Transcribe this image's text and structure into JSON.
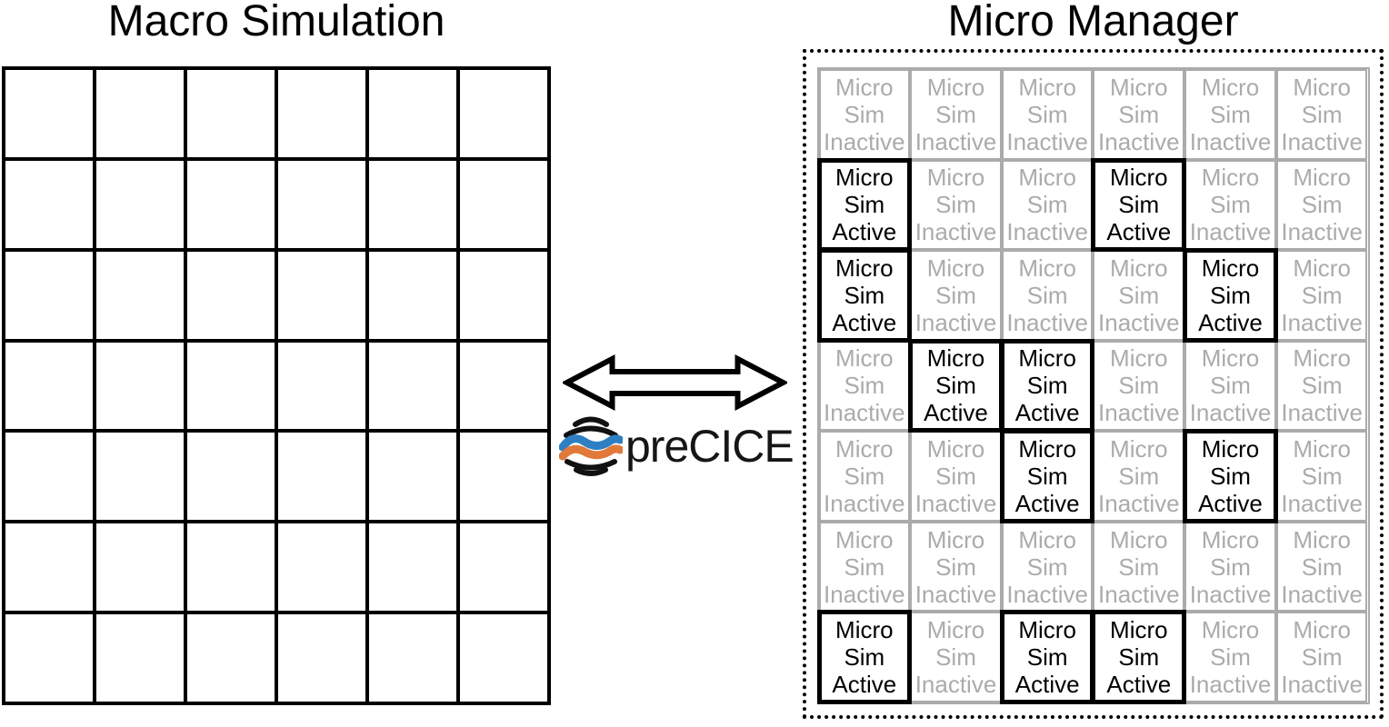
{
  "macro": {
    "title": "Macro Simulation",
    "rows": 7,
    "cols": 6
  },
  "coupling": {
    "arrow_icon": "bidirectional-arrow",
    "logo_icon": "precice-sphere-logo",
    "logo_text": "preCICE",
    "logo_colors": {
      "blue": "#2e7fc1",
      "orange": "#e0793a",
      "dark": "#111111"
    }
  },
  "micro_manager": {
    "title": "Micro Manager",
    "rows": 7,
    "cols": 6,
    "active_cell_lines": [
      "Micro",
      "Sim",
      "Active"
    ],
    "inactive_cell_lines": [
      "Micro",
      "Sim",
      "Inactive"
    ],
    "grid": [
      [
        "inactive",
        "inactive",
        "inactive",
        "inactive",
        "inactive",
        "inactive"
      ],
      [
        "active",
        "inactive",
        "inactive",
        "active",
        "inactive",
        "inactive"
      ],
      [
        "active",
        "inactive",
        "inactive",
        "inactive",
        "active",
        "inactive"
      ],
      [
        "inactive",
        "active",
        "active",
        "inactive",
        "inactive",
        "inactive"
      ],
      [
        "inactive",
        "inactive",
        "active",
        "inactive",
        "active",
        "inactive"
      ],
      [
        "inactive",
        "inactive",
        "inactive",
        "inactive",
        "inactive",
        "inactive"
      ],
      [
        "active",
        "inactive",
        "active",
        "active",
        "inactive",
        "inactive"
      ]
    ],
    "colors": {
      "active_text": "#000000",
      "active_border": "#000000",
      "inactive_text": "#ababab",
      "inactive_border": "#ababab"
    }
  }
}
